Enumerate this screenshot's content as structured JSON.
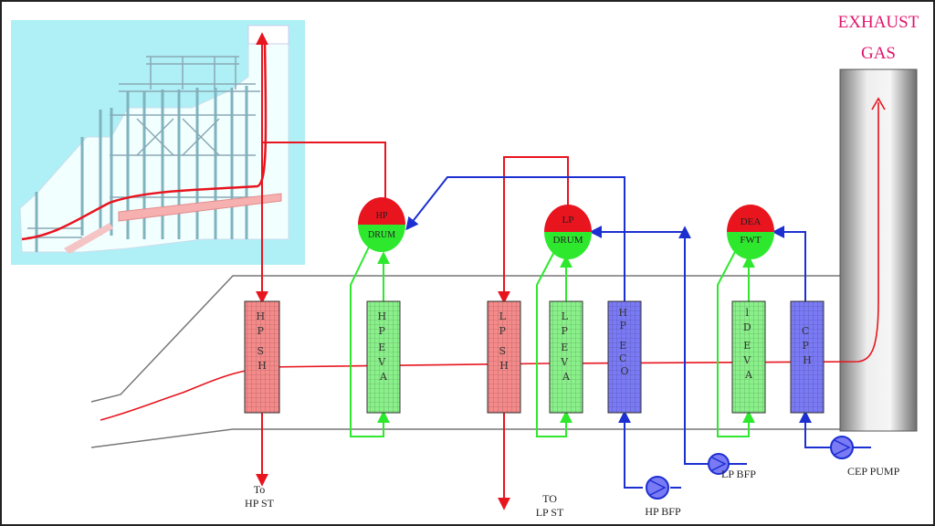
{
  "exhaust": {
    "line1": "EXHAUST",
    "line2": "GAS"
  },
  "drums": [
    {
      "id": "hp",
      "top": "HP",
      "bottom": "DRUM"
    },
    {
      "id": "lp",
      "top": "LP",
      "bottom": "DRUM"
    },
    {
      "id": "dea",
      "top": "DEA",
      "bottom": "FWT"
    }
  ],
  "modules": [
    {
      "id": "hp-sh",
      "letters": [
        "H",
        "P",
        "S",
        "H"
      ]
    },
    {
      "id": "hp-eva",
      "letters": [
        "H",
        "P",
        "E",
        "V",
        "A"
      ]
    },
    {
      "id": "lp-sh",
      "letters": [
        "L",
        "P",
        "S",
        "H"
      ]
    },
    {
      "id": "lp-eva",
      "letters": [
        "L",
        "P",
        "E",
        "V",
        "A"
      ]
    },
    {
      "id": "hp-eco",
      "letters": [
        "H",
        "P",
        "E",
        "C",
        "O"
      ]
    },
    {
      "id": "ld-eva",
      "letters": [
        "l",
        "D",
        "E",
        "V",
        "A"
      ]
    },
    {
      "id": "cph",
      "letters": [
        "C",
        "P",
        "H"
      ]
    }
  ],
  "labels": {
    "to_hp_1": "To",
    "to_hp_2": "HP ST",
    "to_lp_1": "TO",
    "to_lp_2": "LP ST",
    "hp_bfp": "HP BFP",
    "lp_bfp": "LP  BFP",
    "cep_pump": "CEP PUMP"
  },
  "colors": {
    "steam": "#e8141e",
    "water": "#1c2fd0",
    "evap": "#2ee82e",
    "superheater": "#f58a8a",
    "economizer": "#7a7af5",
    "evaporator_fill": "#8af08a",
    "exhaust_text": "#e0156e",
    "photo_bg": "#aef0f5"
  }
}
